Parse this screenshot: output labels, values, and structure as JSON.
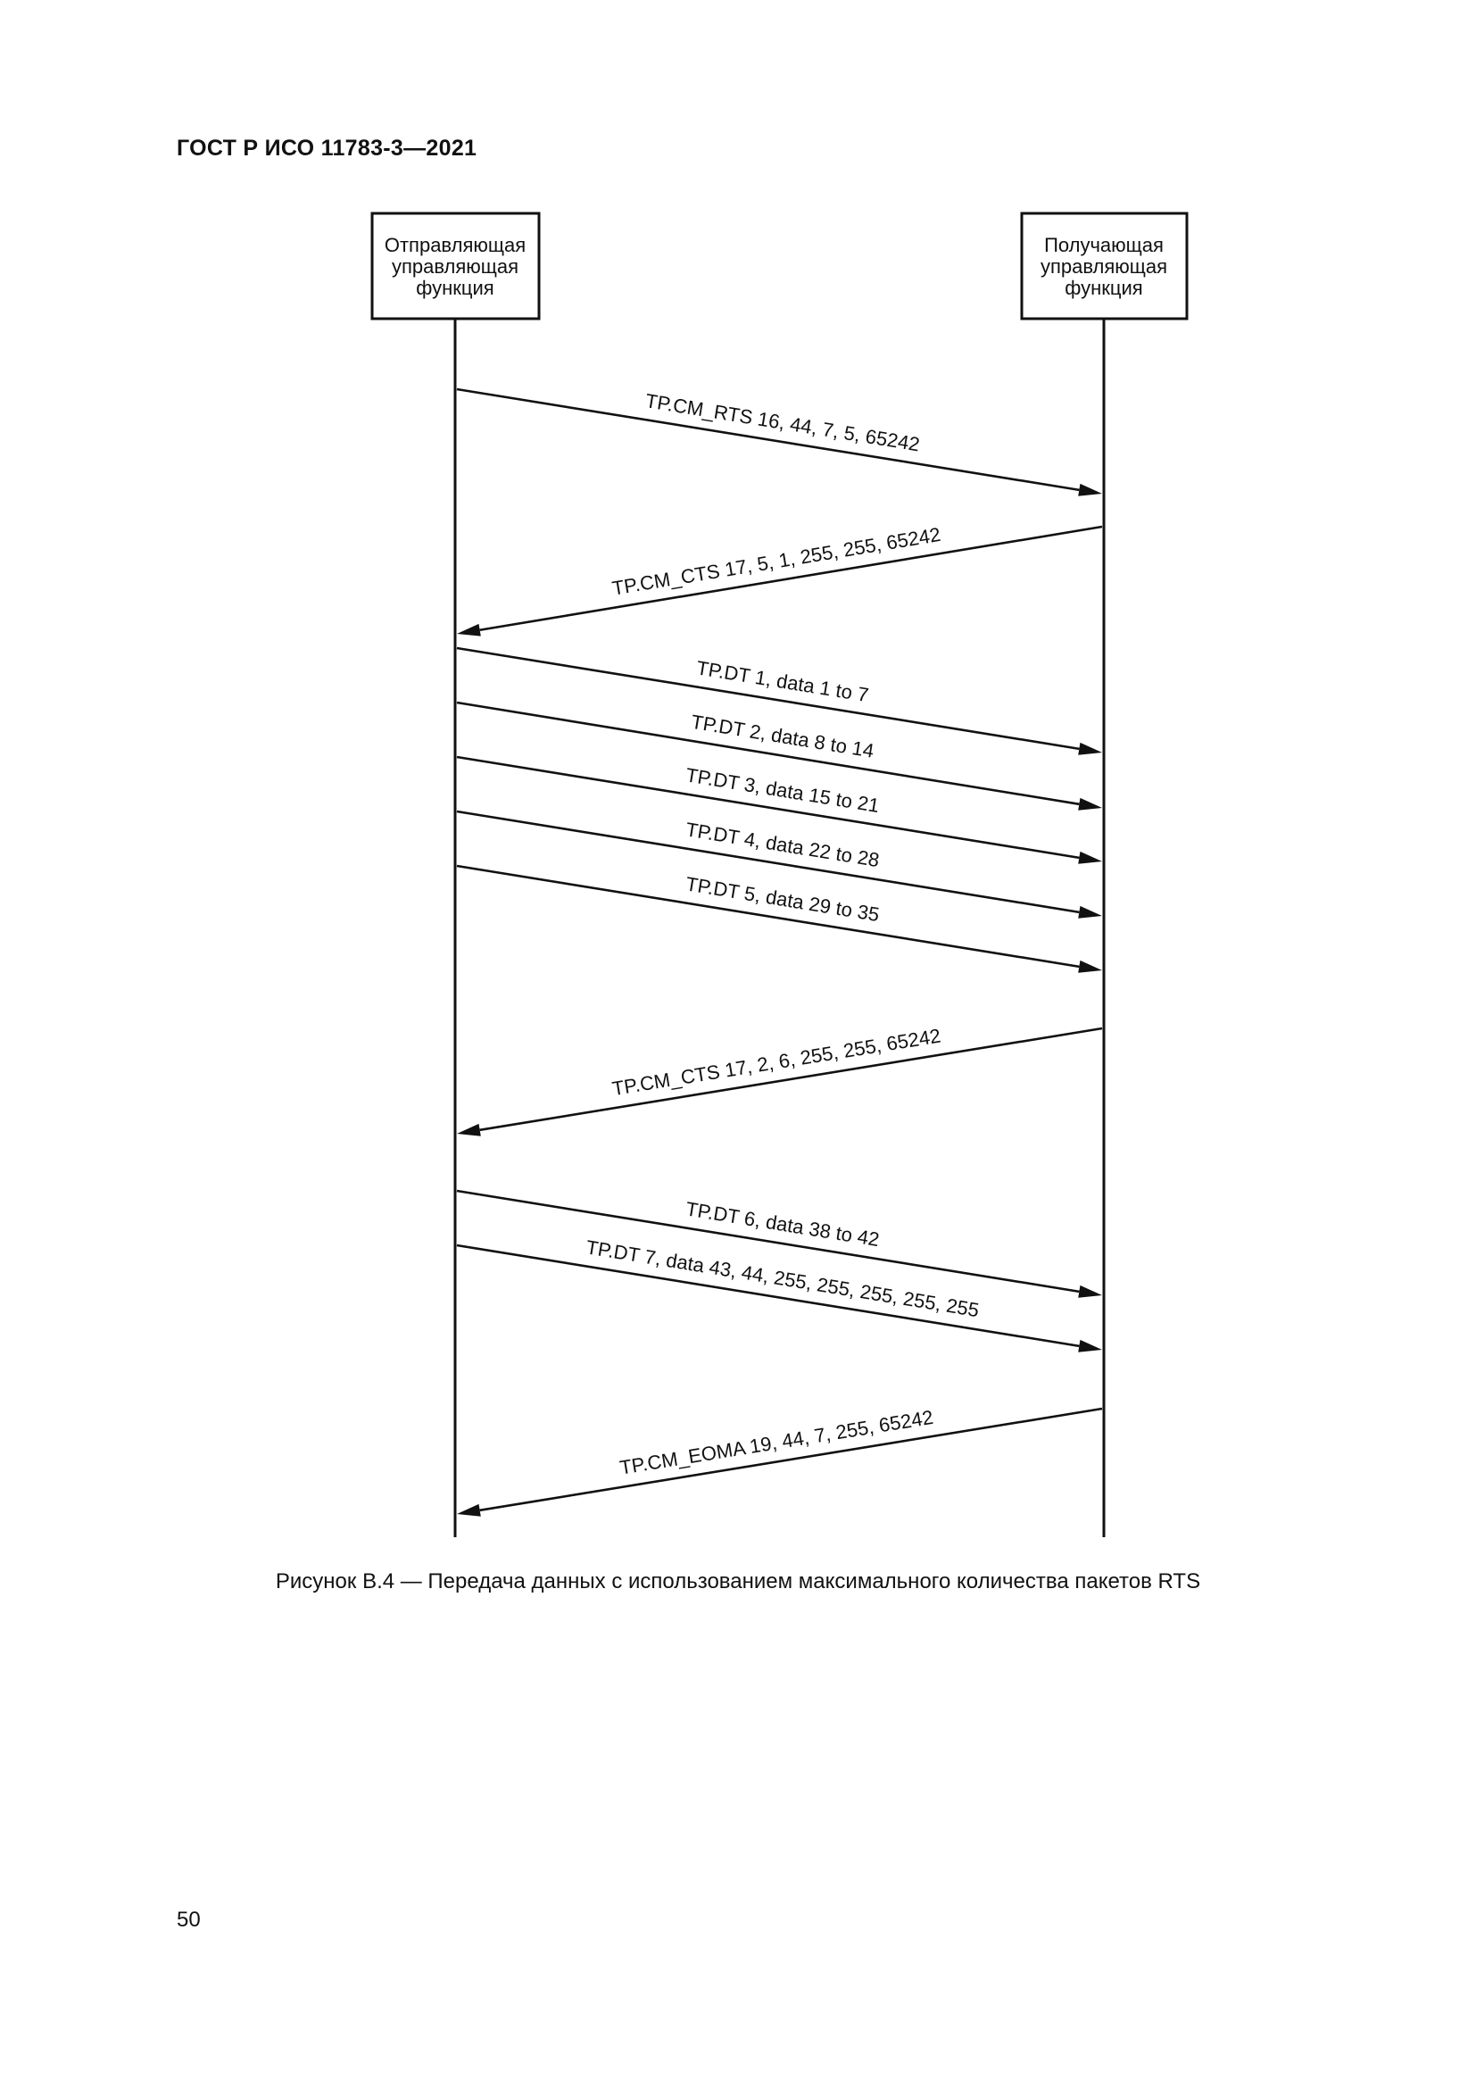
{
  "header": {
    "doc_id": "ГОСТ Р ИСО 11783-3—2021"
  },
  "actors": [
    {
      "id": "sender",
      "lines": [
        "Отправляющая",
        "управляющая",
        "функция"
      ]
    },
    {
      "id": "receiver",
      "lines": [
        "Получающая",
        "управляющая",
        "функция"
      ]
    }
  ],
  "messages": [
    {
      "from": "sender",
      "to": "receiver",
      "label": "TP.CM_RTS 16, 44, 7, 5, 65242"
    },
    {
      "from": "receiver",
      "to": "sender",
      "label": "TP.CM_CTS 17, 5, 1, 255, 255, 65242"
    },
    {
      "from": "sender",
      "to": "receiver",
      "label": "TP.DT 1, data 1 to 7"
    },
    {
      "from": "sender",
      "to": "receiver",
      "label": "TP.DT 2, data 8 to 14"
    },
    {
      "from": "sender",
      "to": "receiver",
      "label": "TP.DT 3, data 15 to 21"
    },
    {
      "from": "sender",
      "to": "receiver",
      "label": "TP.DT 4, data 22 to 28"
    },
    {
      "from": "sender",
      "to": "receiver",
      "label": "TP.DT 5, data 29 to 35"
    },
    {
      "from": "receiver",
      "to": "sender",
      "label": "TP.CM_CTS 17, 2, 6, 255, 255, 65242"
    },
    {
      "from": "sender",
      "to": "receiver",
      "label": "TP.DT 6, data 38 to 42"
    },
    {
      "from": "sender",
      "to": "receiver",
      "label": "TP.DT 7, data 43, 44, 255, 255, 255, 255, 255"
    },
    {
      "from": "receiver",
      "to": "sender",
      "label": "TP.CM_EOMA 19, 44, 7, 255, 65242"
    }
  ],
  "caption": "Рисунок В.4 — Передача данных с использованием максимального количества пакетов RTS",
  "page_number": "50"
}
